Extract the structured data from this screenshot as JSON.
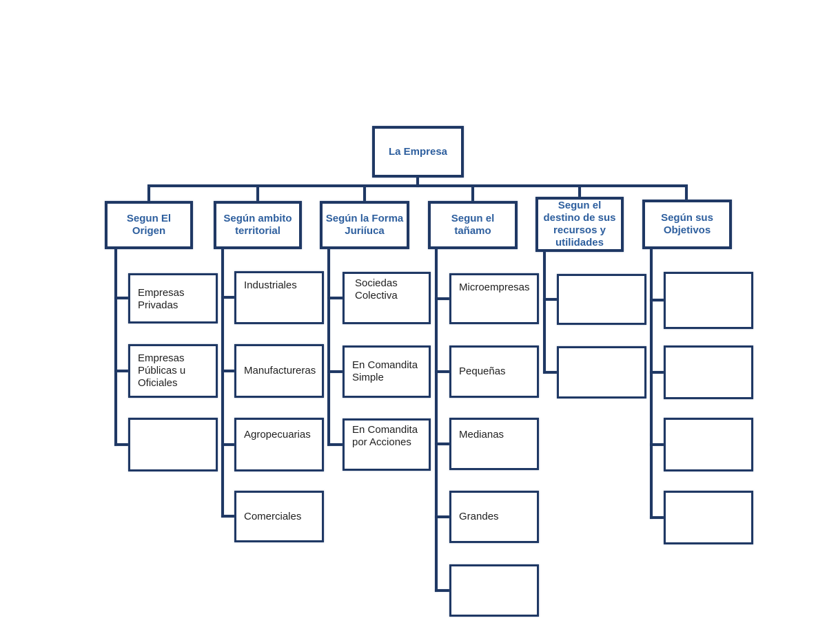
{
  "diagram": {
    "title": "La Empresa",
    "root": {
      "label": "La Empresa"
    },
    "branches": [
      {
        "label": "Segun El Origen",
        "children": [
          {
            "label": "Empresas Privadas"
          },
          {
            "label": "Empresas Públicas u Oficiales"
          },
          {
            "label": ""
          }
        ]
      },
      {
        "label": "Según ambito territorial",
        "children": [
          {
            "label": "Industriales"
          },
          {
            "label": "Manufactureras"
          },
          {
            "label": "Agropecuarias"
          },
          {
            "label": "Comerciales"
          }
        ]
      },
      {
        "label": "Según la Forma Juriíuca",
        "children": [
          {
            "label": "Sociedas Colectiva"
          },
          {
            "label": "En Comandita Simple"
          },
          {
            "label": "En Comandita por Acciones"
          }
        ]
      },
      {
        "label": "Segun el tañamo",
        "children": [
          {
            "label": "Microempresas"
          },
          {
            "label": "Pequeñas"
          },
          {
            "label": "Medianas"
          },
          {
            "label": "Grandes"
          },
          {
            "label": ""
          }
        ]
      },
      {
        "label": "Segun el destino de sus recursos y utilidades",
        "children": [
          {
            "label": ""
          },
          {
            "label": ""
          }
        ]
      },
      {
        "label": "Según sus Objetivos",
        "children": [
          {
            "label": ""
          },
          {
            "label": ""
          },
          {
            "label": ""
          },
          {
            "label": ""
          }
        ]
      }
    ],
    "colors": {
      "line": "#1f3864",
      "header_text": "#2e5f9e",
      "child_text": "#1f1f1f",
      "background": "#ffffff"
    }
  }
}
